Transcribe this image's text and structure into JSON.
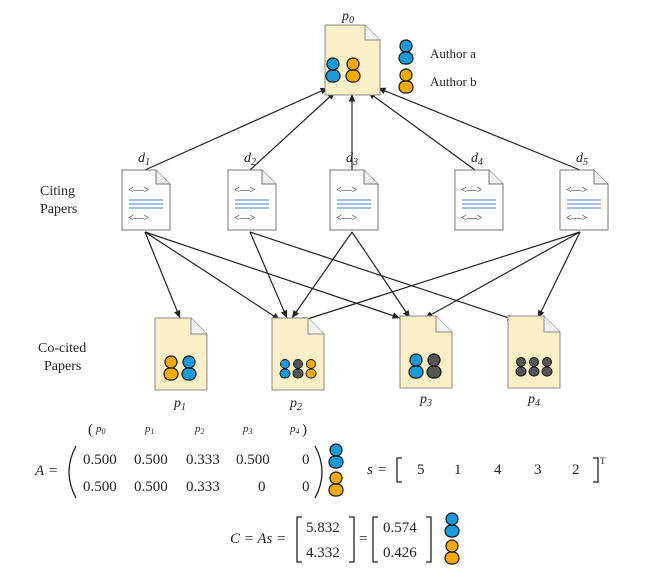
{
  "diagram": {
    "root_paper": {
      "label": "p",
      "sub": "0"
    },
    "legend": [
      {
        "label": "Author a",
        "color": "#1a9ad6"
      },
      {
        "label": "Author b",
        "color": "#f2a900"
      }
    ],
    "citing_title": [
      "Citing",
      "Papers"
    ],
    "cocited_title": [
      "Co-cited",
      "Papers"
    ],
    "citing": [
      {
        "label": "d",
        "sub": "1"
      },
      {
        "label": "d",
        "sub": "2"
      },
      {
        "label": "d",
        "sub": "3"
      },
      {
        "label": "d",
        "sub": "4"
      },
      {
        "label": "d",
        "sub": "5"
      }
    ],
    "cocited": [
      {
        "label": "p",
        "sub": "1"
      },
      {
        "label": "p",
        "sub": "2"
      },
      {
        "label": "p",
        "sub": "3"
      },
      {
        "label": "p",
        "sub": "4"
      }
    ],
    "colors": {
      "author_a": "#1a9ad6",
      "author_b": "#f2a900",
      "other_author": "#555555",
      "paper_fill": "#fbefc7",
      "doc_line": "#4a7fc0"
    }
  },
  "matrix_A": {
    "name": "A",
    "eq": "=",
    "headers": [
      "p",
      "p",
      "p",
      "p",
      "p"
    ],
    "header_subs": [
      "0",
      "1",
      "2",
      "3",
      "4"
    ],
    "rows": [
      [
        "0.500",
        "0.500",
        "0.333",
        "0.500",
        "0"
      ],
      [
        "0.500",
        "0.500",
        "0.333",
        "0",
        "0"
      ]
    ]
  },
  "vector_s": {
    "name": "s",
    "eq": "=",
    "values": [
      "5",
      "1",
      "4",
      "3",
      "2"
    ],
    "transpose": "T"
  },
  "result": {
    "lhs": "C = As =",
    "eq": "=",
    "raw": [
      "5.832",
      "4.332"
    ],
    "normalized": [
      "0.574",
      "0.426"
    ]
  }
}
